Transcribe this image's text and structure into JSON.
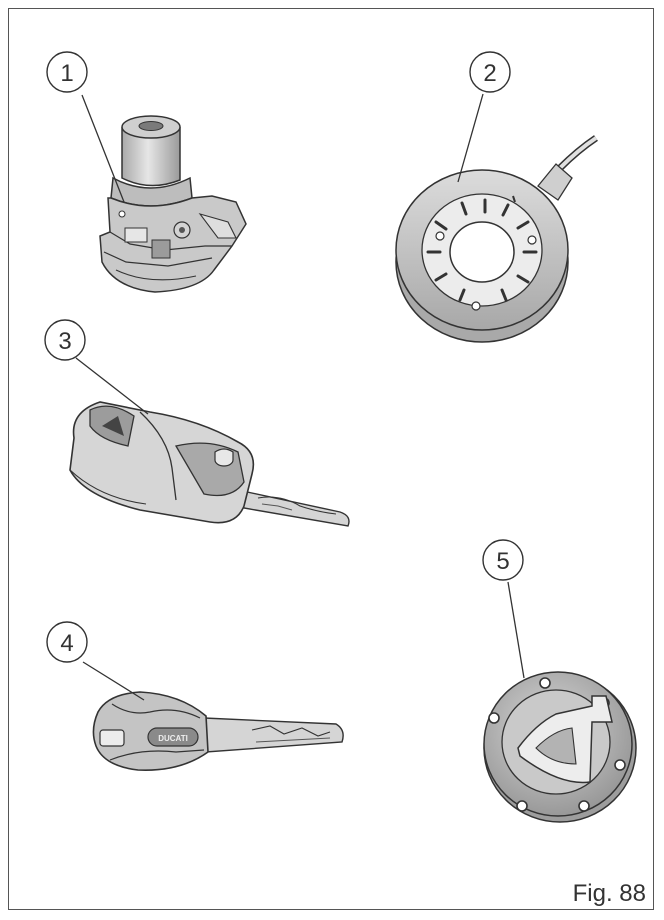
{
  "callouts": [
    {
      "id": "1",
      "label": "1"
    },
    {
      "id": "2",
      "label": "2"
    },
    {
      "id": "3",
      "label": "3"
    },
    {
      "id": "4",
      "label": "4"
    },
    {
      "id": "5",
      "label": "5"
    }
  ],
  "figure_label": "Fig. 88",
  "key_brand": "DUCATI",
  "colors": {
    "line": "#333333",
    "fill_light": "#d9d9d9",
    "fill_mid": "#bdbdbd",
    "fill_dark": "#8c8c8c"
  }
}
